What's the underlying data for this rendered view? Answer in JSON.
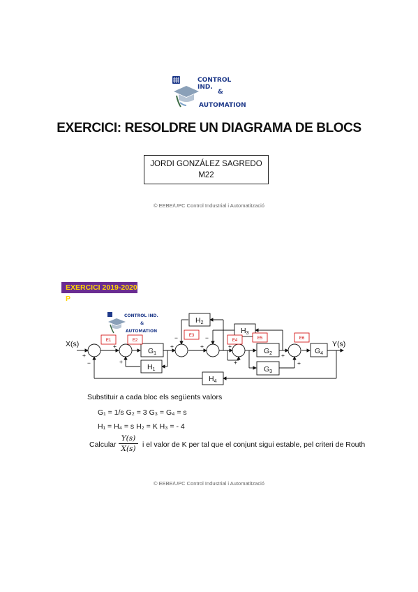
{
  "header": {
    "logo": {
      "line1": "CONTROL IND.",
      "line2": "&",
      "line3": "AUTOMATION"
    },
    "title": "EXERCICI: RESOLDRE UN DIAGRAMA DE BLOCS",
    "author": "JORDI GONZÁLEZ SAGREDO",
    "module": "M22",
    "copyright": "© EEBE/UPC  Control Industrial i Automatització"
  },
  "exercise": {
    "banner": "EXERCICI 2019-2020 P",
    "diagram": {
      "input": "X(s)",
      "output": "Y(s)",
      "blocks": [
        "G",
        "G",
        "G",
        "G",
        "H",
        "H",
        "H",
        "H"
      ],
      "block_subscripts": [
        "1",
        "2",
        "3",
        "4",
        "1",
        "2",
        "3",
        "4"
      ],
      "error_labels": [
        "E1",
        "E2",
        "E3",
        "E4",
        "E5",
        "E6"
      ],
      "signs": [
        "+",
        "−",
        "+",
        "+",
        "−",
        "+",
        "+",
        "+",
        "−",
        "+",
        "+",
        "+"
      ]
    },
    "instruction": "Substituir a cada bloc els següents valors",
    "values_line1": "G₁ = 1/s     G₂ = 3     G₃ = G₄ = s",
    "values_line2": "H₁ = H₄ = s   H₂ = K   H₃ = - 4",
    "calc_prefix": "Calcular",
    "fraction_num": "Y(s)",
    "fraction_den": "X(s)",
    "calc_suffix": "i el valor de K per tal que el conjunt sigui estable, pel criteri de Routh"
  },
  "footer": {
    "copyright": "© EEBE/UPC  Control Industrial i Automatització"
  },
  "colors": {
    "banner_bg": "#6a2c91",
    "banner_text": "#ffd400",
    "error_label": "#d00000",
    "logo_blue": "#1f3a8a"
  }
}
